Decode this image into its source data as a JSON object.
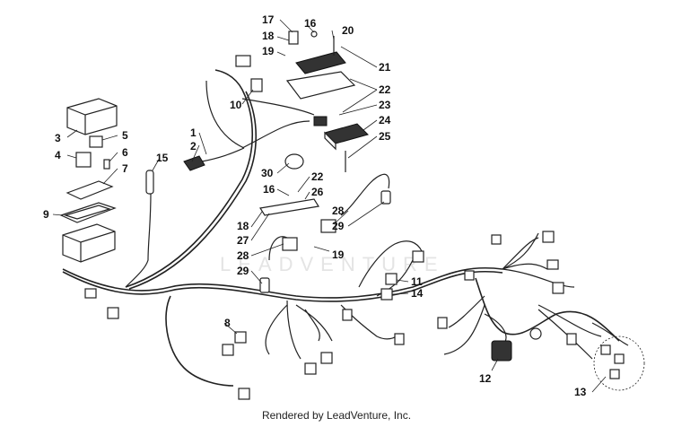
{
  "footer": {
    "text": "Rendered by LeadVenture, Inc."
  },
  "watermark": {
    "text": "LEADVENTURE"
  },
  "colors": {
    "ink": "#222222",
    "background": "#ffffff",
    "watermark": "#e4e4e4"
  },
  "callouts": [
    {
      "label": "1"
    },
    {
      "label": "2"
    },
    {
      "label": "3"
    },
    {
      "label": "4"
    },
    {
      "label": "5"
    },
    {
      "label": "6"
    },
    {
      "label": "7"
    },
    {
      "label": "8"
    },
    {
      "label": "9"
    },
    {
      "label": "10"
    },
    {
      "label": "11"
    },
    {
      "label": "12"
    },
    {
      "label": "13"
    },
    {
      "label": "14"
    },
    {
      "label": "15"
    },
    {
      "label": "16"
    },
    {
      "label": "16"
    },
    {
      "label": "17"
    },
    {
      "label": "18"
    },
    {
      "label": "18"
    },
    {
      "label": "19"
    },
    {
      "label": "19"
    },
    {
      "label": "20"
    },
    {
      "label": "21"
    },
    {
      "label": "22"
    },
    {
      "label": "22"
    },
    {
      "label": "23"
    },
    {
      "label": "24"
    },
    {
      "label": "25"
    },
    {
      "label": "26"
    },
    {
      "label": "27"
    },
    {
      "label": "28"
    },
    {
      "label": "28"
    },
    {
      "label": "29"
    },
    {
      "label": "29"
    },
    {
      "label": "30"
    }
  ]
}
